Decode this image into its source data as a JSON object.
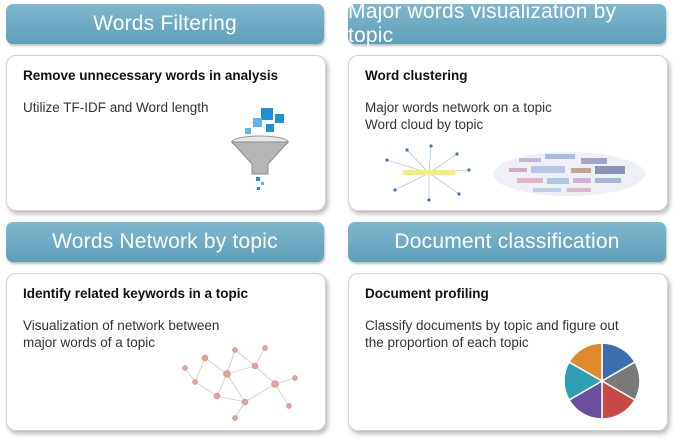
{
  "panels": [
    {
      "header": "Words Filtering",
      "title": "Remove unnecessary words in analysis",
      "lines": [
        "Utilize TF-IDF and Word length"
      ]
    },
    {
      "header": "Major words visualization by topic",
      "title": "Word clustering",
      "lines": [
        "Major words network on a topic",
        "Word cloud by topic"
      ]
    },
    {
      "header": "Words Network by topic",
      "title": "Identify related keywords in a topic",
      "lines": [
        "Visualization of network between",
        "major words of a topic"
      ]
    },
    {
      "header": "Document classification",
      "title": "Document profiling",
      "lines": [
        "Classify documents by topic and figure out",
        "the proportion of each topic"
      ]
    }
  ],
  "colors": {
    "header_bg": "#6aa8c2",
    "header_text": "#ffffff",
    "funnel_blue": "#1f8fd6",
    "network_node": "#e8a19a",
    "pie": [
      "#3d6fb0",
      "#7a7a7a",
      "#c84a44",
      "#6a4f9c",
      "#2d9fb3",
      "#e08a2c"
    ]
  }
}
